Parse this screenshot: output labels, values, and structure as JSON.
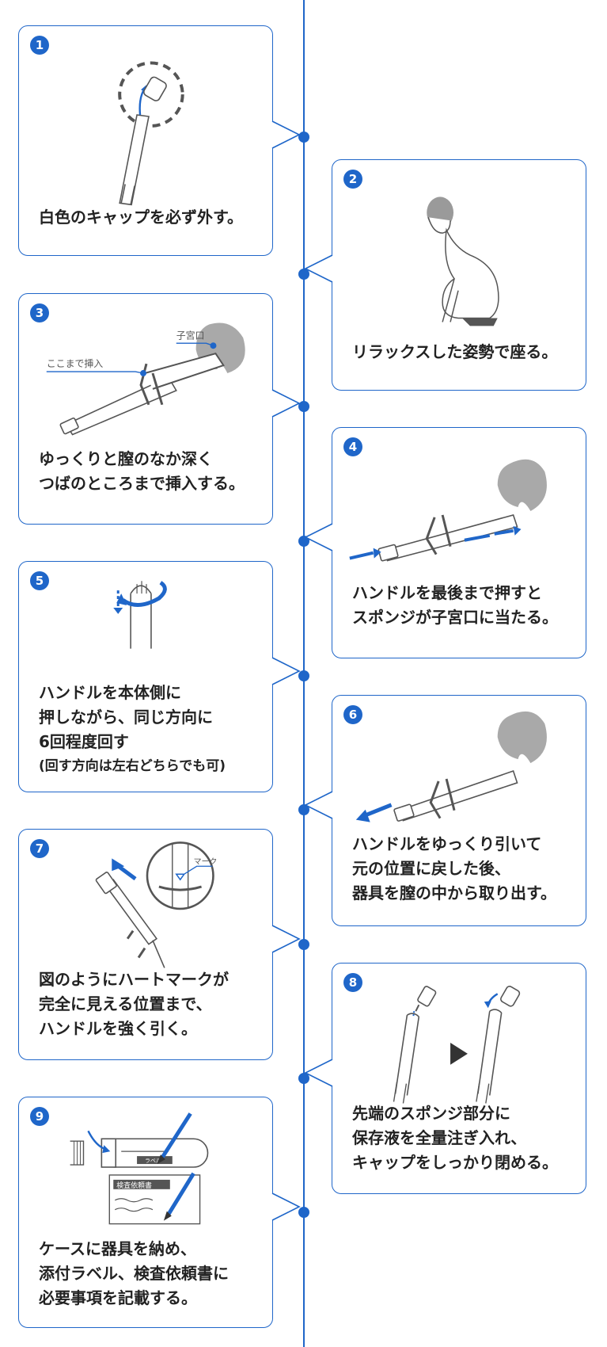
{
  "steps": [
    {
      "number": "1",
      "lines": [
        "白色のキャップを必ず外す。"
      ]
    },
    {
      "number": "2",
      "lines": [
        "リラックスした姿勢で座る。"
      ]
    },
    {
      "number": "3",
      "lines": [
        "ゆっくりと膣のなか深く",
        "つばのところまで挿入する。"
      ],
      "labels": {
        "uterus": "子宮口",
        "insert_depth": "ここまで挿入"
      }
    },
    {
      "number": "4",
      "lines": [
        "ハンドルを最後まで押すと",
        "スポンジが子宮口に当たる。"
      ]
    },
    {
      "number": "5",
      "lines": [
        "ハンドルを本体側に",
        "押しながら、同じ方向に",
        "6回程度回す"
      ],
      "note": "(回す方向は左右どちらでも可)"
    },
    {
      "number": "6",
      "lines": [
        "ハンドルをゆっくり引いて",
        "元の位置に戻した後、",
        "器具を膣の中から取り出す。"
      ]
    },
    {
      "number": "7",
      "lines": [
        "図のようにハートマークが",
        "完全に見える位置まで、",
        "ハンドルを強く引く。"
      ],
      "labels": {
        "mark": "マーク"
      }
    },
    {
      "number": "8",
      "lines": [
        "先端のスポンジ部分に",
        "保存液を全量注ぎ入れ、",
        "キャップをしっかり閉める。"
      ]
    },
    {
      "number": "9",
      "lines": [
        "ケースに器具を納め、",
        "添付ラベル、検査依頼書に",
        "必要事項を記載する。"
      ],
      "labels": {
        "label": "ラベル",
        "form": "検査依頼書"
      }
    }
  ],
  "colors": {
    "accent": "#1f66c9",
    "gray": "#a9a9a9",
    "line": "#555555"
  }
}
